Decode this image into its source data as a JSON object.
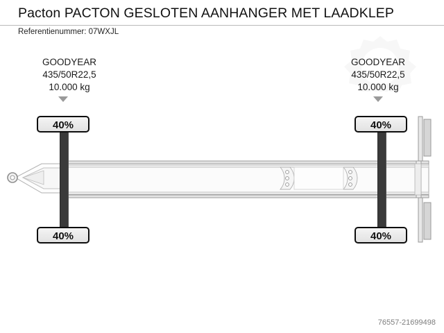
{
  "header": {
    "title": "Pacton PACTON GESLOTEN AANHANGER MET LAADKLEP",
    "reference_label": "Referentienummer: 07WXJL"
  },
  "axles": [
    {
      "position": "left",
      "brand": "GOODYEAR",
      "size": "435/50R22,5",
      "capacity": "10.000 kg",
      "tread_top": "40%",
      "tread_bottom": "40%"
    },
    {
      "position": "right",
      "brand": "GOODYEAR",
      "size": "435/50R22,5",
      "capacity": "10.000 kg",
      "tread_top": "40%",
      "tread_bottom": "40%"
    }
  ],
  "footer": {
    "id": "76557-21699498"
  },
  "colors": {
    "axle_bar": "#3a3a3a",
    "badge_border": "#0d0d0d",
    "badge_fill": "#eeeeee",
    "chassis_line": "#9c9c9c",
    "chassis_fill": "#fbfbfb",
    "chassis_shade": "#d8d8d8",
    "rule": "#b9b9b9",
    "footer_text": "#7d7d7d",
    "arrow": "#9a9a9a"
  },
  "icons": {
    "arrow": "triangle-down-icon",
    "watermark": "cog-watermark-icon",
    "coupling": "coupling-eye-icon"
  }
}
